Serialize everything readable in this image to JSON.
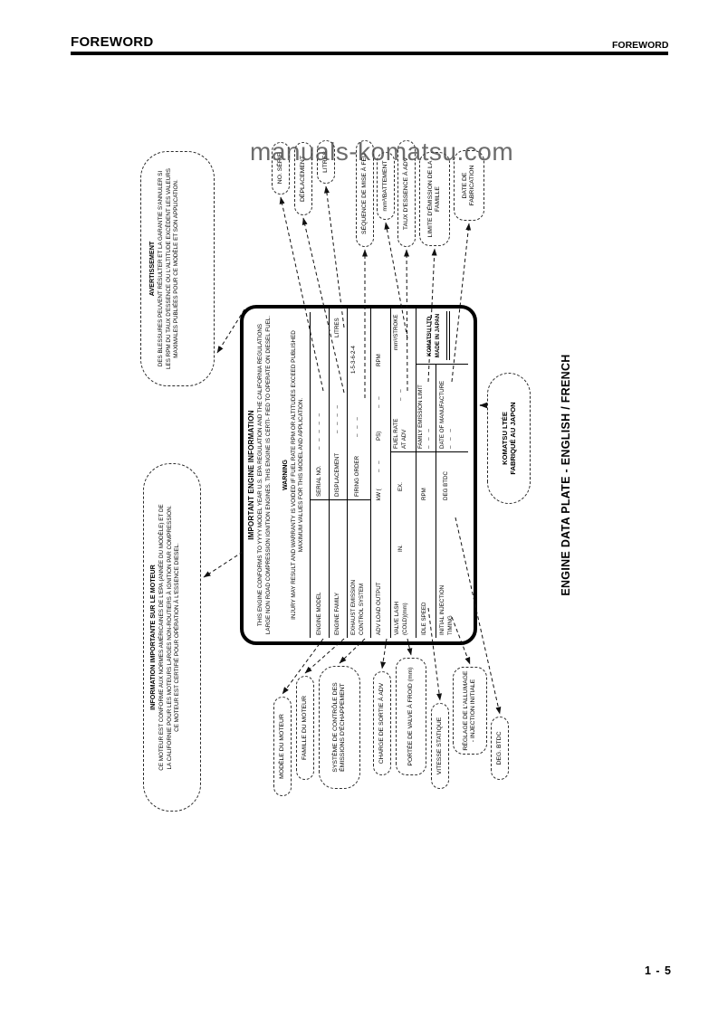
{
  "header": {
    "title_left": "FOREWORD",
    "title_right": "FOREWORD"
  },
  "watermark": "manuals-komatsu.com",
  "page_number": "1 - 5",
  "caption": "ENGINE DATA PLATE - ENGLISH / FRENCH",
  "colors": {
    "ink": "#000000",
    "watermark_gray": "#4d4d4d"
  },
  "plate": {
    "title": "IMPORTANT ENGINE INFORMATION",
    "intro": "THIS ENGINE CONFORMS TO YYYY MODEL YEAR U.S. EPA REGULATION AND THE CALIFORNIA REGULATIONS LARGE NON ROAD COMPRESSION IGNITION ENGINES. THIS ENGINE IS CERTI- FIED TO OPERATE ON DIESEL FUEL.",
    "warning_title": "WARNING",
    "warning_text": "INJURY MAY RESULT AND WARRANTY IS VOIDED IF FUEL RATE RPM OR ALTITUDES EXCEED PUBLISHED MAXIMUM VALUES FOR THIS MODEL AND APPLICATION.",
    "r1_label": "ENGINE MODEL",
    "r1_field": "SERIAL NO.",
    "r1_dash": "– – – – –",
    "r2_label": "ENGINE FAMILY",
    "r2_field": "DISPLACEMENT",
    "r2_dash": "– – – –",
    "r2_unit": "LITRES",
    "r3_label1": "EXHAUST EMISSION",
    "r3_label2": "CONTROL SYSTEM",
    "r3_field": "FIRING ORDER",
    "r3_dash": "– – –",
    "r3_value": "1-5-3-6-2-4",
    "r4_label": "ADV LOAD OUTPUT",
    "r4_u1": "kW (",
    "r4_d1": "– –",
    "r4_u2": "PS)",
    "r4_d2": "– –",
    "r4_u3": "RPM",
    "r5_label1": "VALVE LASH",
    "r5_label2": "(COLD)(mm)",
    "r5_in": "IN.",
    "r5_ex": "EX.",
    "r5_field1": "FUEL RATE",
    "r5_field2": "AT ADV",
    "r5_dash": "– –",
    "r5_unit": "mm³/STROKE",
    "r6_label": "IDLE SPEED",
    "r6_unit": "RPM",
    "r6_field": "FAMILY EMISSION LIMIT",
    "r6_dash": "– – –",
    "r7_label1": "INITIAL INJECTION",
    "r7_label2": "TIMING",
    "r7_unit": "DEG BTDC",
    "r7_field": "DATE OF MANUFACTURE",
    "r7_dash": "– – –",
    "maker1": "KOMATSU LTD.",
    "maker2": "MADE IN JAPAN"
  },
  "callouts_top": [
    {
      "label": "NO. SÉRIE"
    },
    {
      "label": "DÉPLACEMENT"
    },
    {
      "label": "LITRES"
    },
    {
      "label": "SÉQUENCE DE MISE À FEU"
    },
    {
      "label": "mm³/BATTEMENT"
    },
    {
      "label": "TAUX D'ESSENCE À ADV"
    },
    {
      "label": "LIMITE D'ÉMISSION DE LA FAMILLE"
    },
    {
      "label": "DATE DE FABRICATION"
    }
  ],
  "callouts_bottom": [
    {
      "label": "MODÈLE DU MOTEUR"
    },
    {
      "label": "FAMILLE DU MOTEUR"
    },
    {
      "label": "SYSTÈME DE CONTRÔLE DES ÉMISSIONS D'ÉCHAPPEMENT"
    },
    {
      "label": "CHARGE DE SORTIE À ADV"
    },
    {
      "label": "PORTÉE DE VALVE À FROID (mm)"
    },
    {
      "label": "VITESSE STATIQUE"
    },
    {
      "label": "RÉGLAGE DE L'ALLUMAGE - INJECTION INITIALE"
    },
    {
      "label": "DEG. BTDC"
    }
  ],
  "warning_callout": {
    "title": "AVERTISSEMENT",
    "text": "DES BLESSURES PEUVENT RÉSULTER ET LA GARANTIE S'ANNULER SI LES RPM DU TAUX D'ESSENCE OU L'ALTITUDE EXCÈDENT LES VALEURS MAXIMALES PUBLIÉES POUR CE MODÈLE ET SON APPLICATION."
  },
  "info_callout": {
    "title": "INFORMATION IMPORTANTE SUR LE MOTEUR",
    "text": "CE MOTEUR EST CONFORME AUX NORMES AMÉRICAINES DE L'EPA (ANNÉE DU MODÈLE) ET DE LA CALIFORNIE POUR LES MOTEURS LARGES NON-ROUTIERS À IGNITION PAR COMPRESSION. CE MOTEUR EST CERTIFIÉ POUR OPÉRATION À L'ESSENCE DIESEL."
  },
  "maker_callout": {
    "line1": "KOMATSU LTÉE",
    "line2": "FABRIQUÉ AU JAPON"
  }
}
